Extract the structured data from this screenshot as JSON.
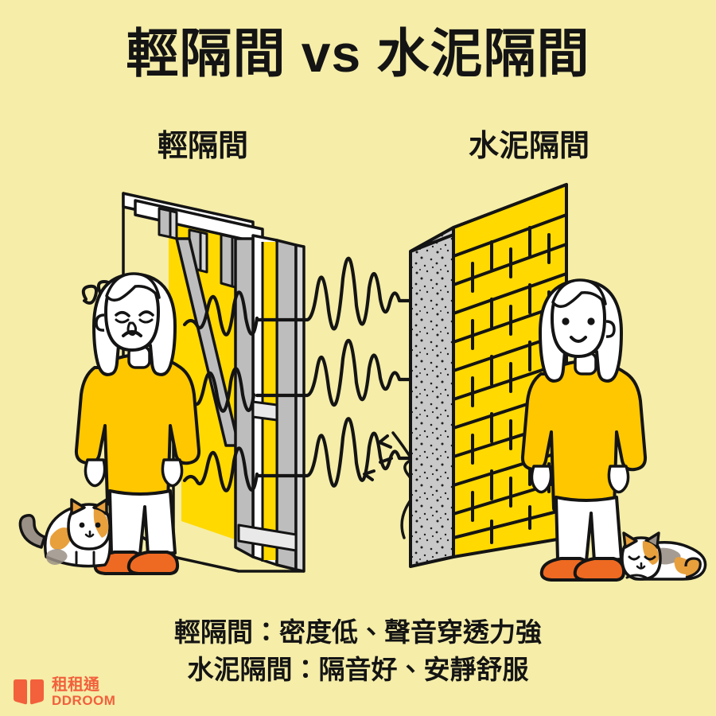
{
  "page": {
    "background_color": "#F5EDA8",
    "title": "輕隔間 vs 水泥隔間"
  },
  "header": {
    "main_title": "輕隔間 vs 水泥隔間"
  },
  "panels": {
    "left": {
      "label": "輕隔間",
      "wall_type": "light-steel-stud-partition",
      "person_mood": "distressed",
      "cat_pose": "sitting-alert",
      "sound_result": "passes-through"
    },
    "right": {
      "label": "水泥隔間",
      "wall_type": "concrete-brick-wall",
      "person_mood": "content",
      "cat_pose": "sleeping",
      "sound_result": "blocked"
    }
  },
  "caption": {
    "line1": "輕隔間：密度低、聲音穿透力強",
    "line2": "水泥隔間：隔音好、安靜舒服"
  },
  "logo": {
    "cn": "租租通",
    "en": "DDROOM",
    "color": "#F2603C"
  },
  "colors": {
    "background": "#F5EDA8",
    "brick_yellow": "#FFD900",
    "sweater_yellow": "#FFC700",
    "concrete_gray": "#C9C9C9",
    "stud_gray": "#BDBDBD",
    "outline": "#141414",
    "shoe_orange": "#EE6A22",
    "cat_orange": "#E8A03C",
    "cat_gray": "#9A9086",
    "white": "#FFFFFF",
    "logo": "#F2603C"
  },
  "soundwaves": {
    "left_count": 3,
    "right_count": 3,
    "note_left": "full amplitude both sides of light partition",
    "note_right": "damped flat before concrete wall"
  }
}
